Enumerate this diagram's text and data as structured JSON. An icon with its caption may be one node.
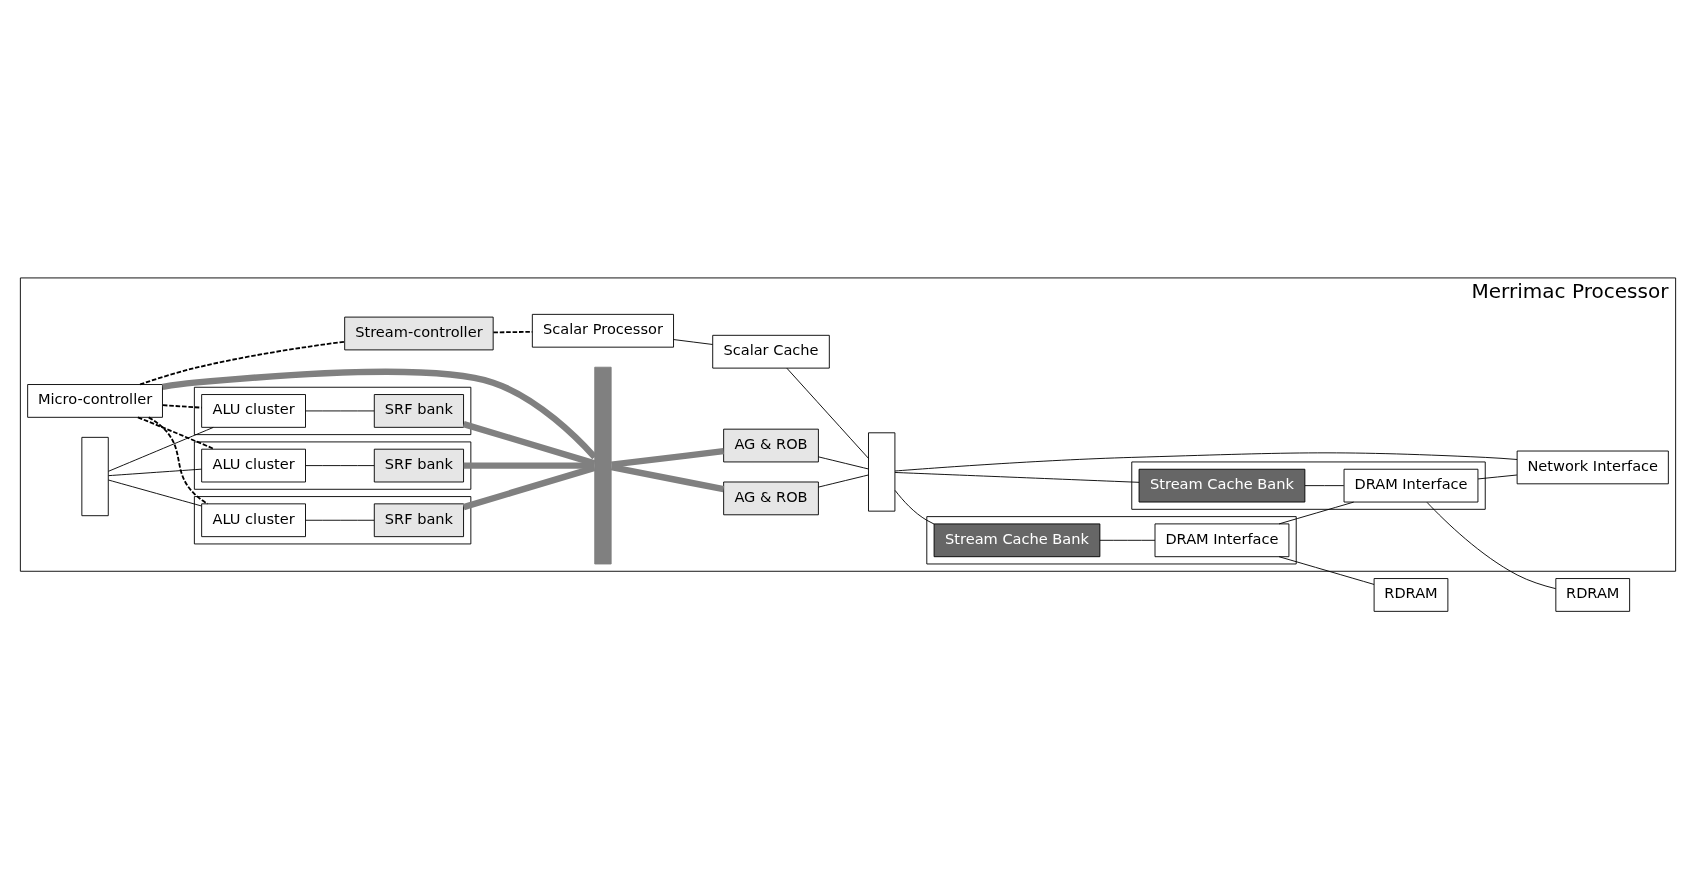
{
  "diagram": {
    "nodes": [
      {
        "text": [
          "Merrimac Processor"
        ]
      },
      {
        "text": [
          "Micro-controller"
        ],
        "in": 0
      },
      {
        "text": [
          "Stream-controller"
        ],
        "in": 0
      },
      {
        "text": [
          "Scalar Processor"
        ],
        "in": 0
      },
      {
        "text": [],
        "shape": "box",
        "in": 0
      },
      {
        "text": [],
        "shape": "box",
        "in": 0
      },
      {
        "text": [
          "ALU cluster"
        ],
        "in": 5
      },
      {
        "text": [
          "SRF bank"
        ],
        "in": 5
      },
      {
        "text": [
          "Scalar Cache"
        ],
        "in": 0
      },
      {
        "text": [],
        "shape": "box",
        "in": 0
      },
      {
        "text": [
          "ALU cluster"
        ],
        "in": 9
      },
      {
        "text": [
          "SRF bank"
        ],
        "in": 9
      },
      {
        "text": [
          "AG & ROB"
        ],
        "in": 0
      },
      {
        "text": [
          "AG & ROB"
        ],
        "in": 0
      },
      {
        "text": [],
        "shape": "box",
        "in": 0
      },
      {
        "text": [
          "ALU cluster"
        ],
        "in": 14
      },
      {
        "text": [
          "SRF bank"
        ],
        "in": 14
      },
      {
        "text": [],
        "shape": "bar",
        "in": 0
      },
      {
        "text": [],
        "shape": "box",
        "in": 0
      },
      {
        "text": [],
        "shape": "box",
        "in": 0
      },
      {
        "text": [
          "Stream Cache Bank"
        ],
        "in": 19
      },
      {
        "text": [
          "DRAM Interface"
        ],
        "in": 19
      },
      {
        "text": [
          "RDRAM"
        ]
      },
      {
        "text": [],
        "shape": "box",
        "in": 0
      },
      {
        "text": [
          "Stream Cache Bank"
        ],
        "in": 23
      },
      {
        "text": [
          "DRAM Interface"
        ],
        "in": 23
      },
      {
        "text": [
          "RDRAM"
        ]
      },
      {
        "text": [
          "Network Interface"
        ],
        "in": 0
      }
    ],
    "edges": [
      {
        "from": 1,
        "to": 2,
        "arrow": "none",
        "style": "dashed"
      },
      {
        "from": 2,
        "to": 3,
        "arrow": "none",
        "style": "dashed"
      },
      {
        "from": 1,
        "to": 6,
        "arrow": "none",
        "style": "dashed"
      },
      {
        "from": 1,
        "to": 10,
        "arrow": "none",
        "style": "dashed"
      },
      {
        "from": 1,
        "to": 15,
        "arrow": "none",
        "style": "dashed"
      },
      {
        "from": 1,
        "to": 17,
        "arrow": "none",
        "style": "thick",
        "color": "#808080"
      },
      {
        "from": 4,
        "to": 6,
        "arrow": "none"
      },
      {
        "from": 4,
        "to": 10,
        "arrow": "none"
      },
      {
        "from": 4,
        "to": 15,
        "arrow": "none"
      },
      {
        "from": 6,
        "to": 7,
        "arrow": "none"
      },
      {
        "from": 10,
        "to": 11,
        "arrow": "none"
      },
      {
        "from": 15,
        "to": 16,
        "arrow": "none"
      },
      {
        "from": 7,
        "to": 17,
        "arrow": "none",
        "style": "thick",
        "color": "#808080"
      },
      {
        "from": 11,
        "to": 17,
        "arrow": "none",
        "style": "thick",
        "color": "#808080"
      },
      {
        "from": 16,
        "to": 17,
        "arrow": "none",
        "style": "thick",
        "color": "#808080"
      },
      {
        "from": 17,
        "to": 12,
        "arrow": "none",
        "style": "thick",
        "color": "#808080"
      },
      {
        "from": 17,
        "to": 13,
        "arrow": "none",
        "style": "thick",
        "color": "#808080"
      },
      {
        "from": 3,
        "to": 8,
        "arrow": "none"
      },
      {
        "from": 8,
        "to": 18,
        "arrow": "none"
      },
      {
        "from": 12,
        "to": 18,
        "arrow": "none"
      },
      {
        "from": 13,
        "to": 18,
        "arrow": "none"
      },
      {
        "from": 18,
        "to": 20,
        "arrow": "none"
      },
      {
        "from": 18,
        "to": 24,
        "arrow": "none"
      },
      {
        "from": 18,
        "to": 27,
        "arrow": "none"
      },
      {
        "from": 20,
        "to": 21,
        "arrow": "none"
      },
      {
        "from": 24,
        "to": 25,
        "arrow": "none"
      },
      {
        "from": 21,
        "to": 22,
        "arrow": "none"
      },
      {
        "from": 25,
        "to": 26,
        "arrow": "none"
      },
      {
        "from": 21,
        "to": 25,
        "arrow": "none"
      },
      {
        "from": 25,
        "to": 27,
        "arrow": "none"
      }
    ]
  }
}
